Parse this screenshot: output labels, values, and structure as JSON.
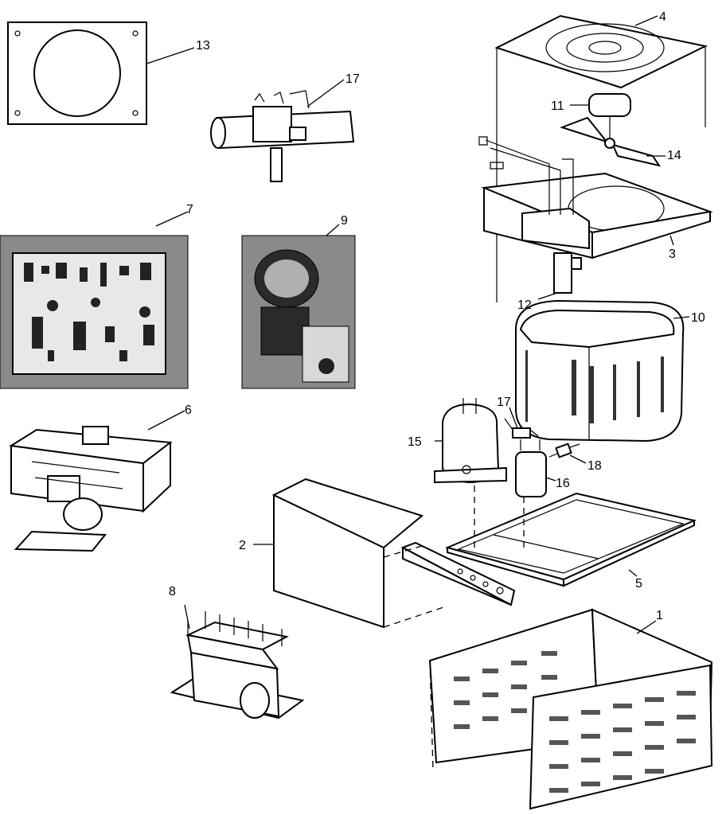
{
  "callouts": {
    "c1": "1",
    "c2": "2",
    "c3": "3",
    "c4": "4",
    "c5": "5",
    "c6": "6",
    "c7": "7",
    "c8": "8",
    "c9": "9",
    "c10": "10",
    "c11": "11",
    "c12": "12",
    "c13": "13",
    "c14": "14",
    "c15": "15",
    "c16": "16",
    "c17a": "17",
    "c17b": "17",
    "c18": "18"
  }
}
